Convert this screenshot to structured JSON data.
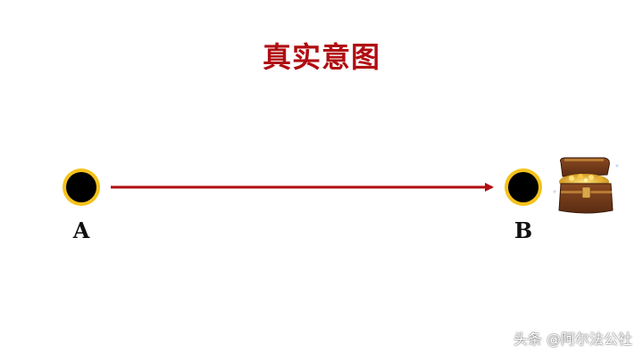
{
  "title": "真实意图",
  "points": [
    {
      "id": "A",
      "label": "A"
    },
    {
      "id": "B",
      "label": "B"
    }
  ],
  "arrow": {
    "from": "A",
    "to": "B"
  },
  "target_icon": "treasure-chest-icon",
  "watermark": "头条 @阿尔法公社",
  "colors": {
    "title": "#b00d12",
    "arrow": "#b00d12",
    "point_fill": "#000000",
    "point_ring": "#f5c21b"
  }
}
